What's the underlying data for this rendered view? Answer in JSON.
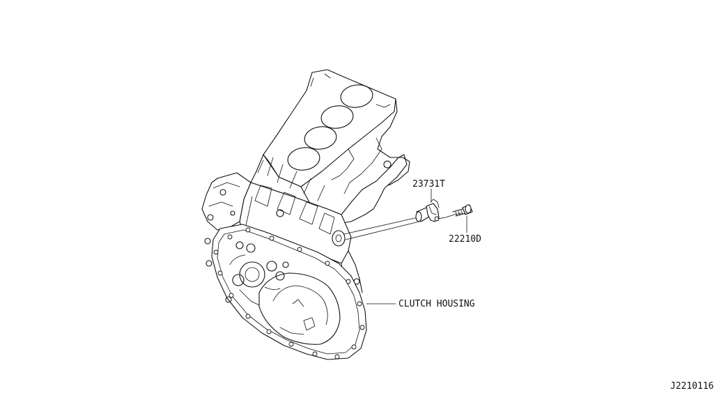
{
  "callouts": {
    "sensor": "23731T",
    "bolt": "22210D",
    "housing": "CLUTCH HOUSING"
  },
  "diagram_id": "J2210116",
  "icons": {
    "engine_block": "engine-block-drawing",
    "clutch_housing": "clutch-housing-drawing",
    "sensor": "position-sensor-drawing",
    "bolt": "bolt-drawing"
  }
}
